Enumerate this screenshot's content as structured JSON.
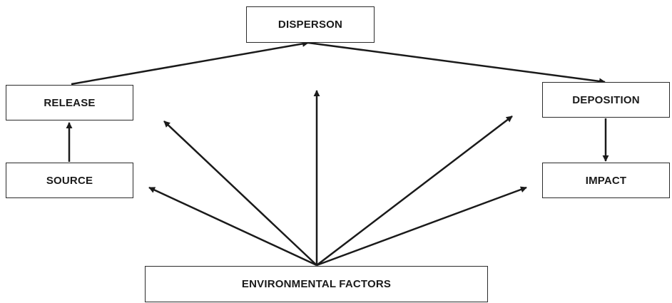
{
  "diagram": {
    "nodes": {
      "dispersion": "DISPERSON",
      "release": "RELEASE",
      "source": "SOURCE",
      "deposition": "DEPOSITION",
      "impact": "IMPACT",
      "environmental_factors": "ENVIRONMENTAL FACTORS"
    },
    "edges": [
      {
        "from": "source",
        "to": "release"
      },
      {
        "from": "release",
        "to": "dispersion"
      },
      {
        "from": "dispersion",
        "to": "deposition"
      },
      {
        "from": "deposition",
        "to": "impact"
      },
      {
        "from": "environmental_factors",
        "to": "open-space"
      },
      {
        "from": "environmental_factors",
        "to": "open-space"
      },
      {
        "from": "environmental_factors",
        "to": "open-space"
      },
      {
        "from": "environmental_factors",
        "to": "open-space"
      },
      {
        "from": "environmental_factors",
        "to": "open-space"
      }
    ],
    "line_color": "#1a1a1a",
    "box_border_color": "#2b2b2b"
  }
}
